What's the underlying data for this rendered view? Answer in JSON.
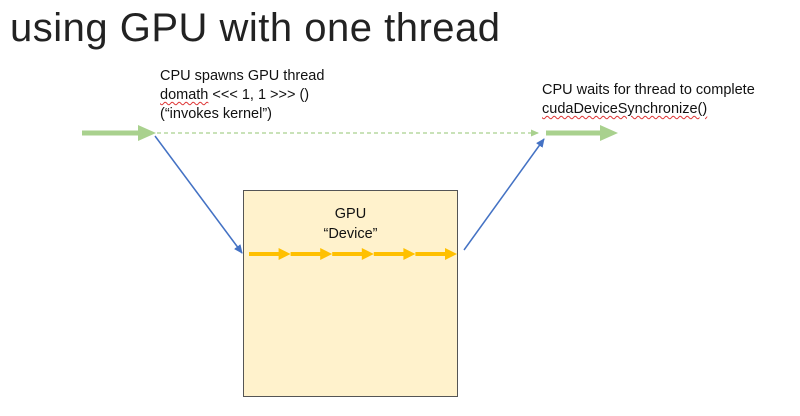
{
  "title": "using GPU with one thread",
  "spawn_note": {
    "line1": "CPU spawns GPU thread",
    "code_name": "domath",
    "code_rest": " <<< 1, 1 >>> ()",
    "line3": "(“invokes kernel”)"
  },
  "wait_note": {
    "line1": "CPU waits for thread to complete",
    "line2": "cudaDeviceSynchronize()"
  },
  "device": {
    "line1": "GPU",
    "line2": "“Device”"
  },
  "colors": {
    "cpu_arrow": "#a9d18e",
    "gpu_arrow": "#ffc000",
    "connector": "#4472c4",
    "device_fill": "#fff2cc"
  },
  "gpu_arrow_count": 5
}
